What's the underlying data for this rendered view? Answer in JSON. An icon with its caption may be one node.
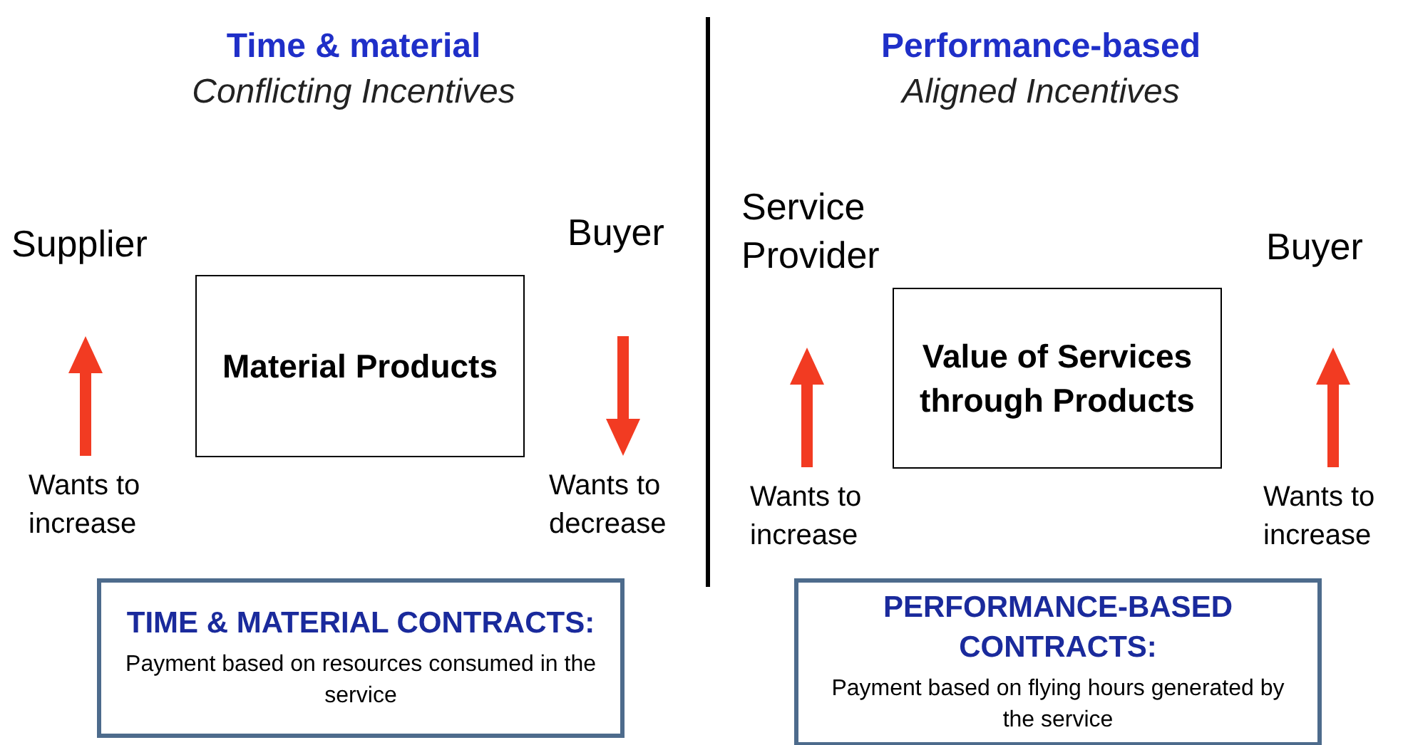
{
  "diagram": {
    "nodes": [
      {
        "text": [
          "Material Products"
        ]
      },
      {
        "text": [
          "Value of Services through Products"
        ]
      },
      {
        "text": [
          "TIME & MATERIAL CONTRACTS:",
          "Payment based on resources consumed in the service"
        ]
      },
      {
        "text": [
          "PERFORMANCE-BASED CONTRACTS:",
          "Payment based on flying hours generated by the service"
        ]
      }
    ],
    "edges": [],
    "labels": [
      "Time & material",
      "Conflicting Incentives",
      "Performance-based",
      "Aligned Incentives",
      "Supplier",
      "Buyer",
      "Wants to increase",
      "Wants to decrease",
      "Service Provider",
      "Buyer",
      "Wants to increase",
      "Wants to increase"
    ]
  }
}
